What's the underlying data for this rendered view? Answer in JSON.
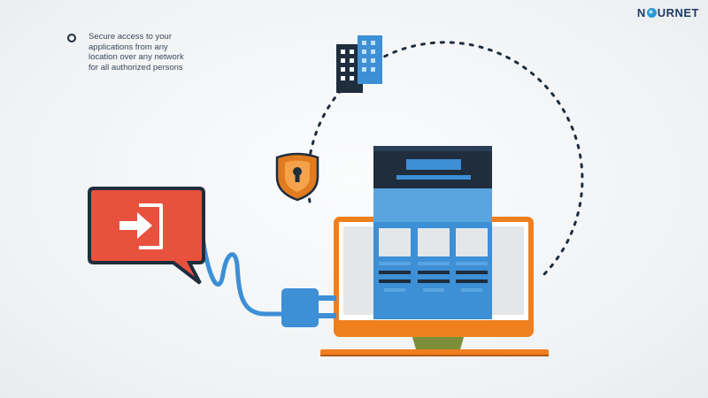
{
  "caption": {
    "text": "Secure access to your applications from any location over any network for all authorized persons"
  },
  "logo": {
    "prefix": "N",
    "suffix": "URNET"
  },
  "colors": {
    "navy": "#1f2d3d",
    "blue": "#3d8fd6",
    "light_blue": "#5aa4e0",
    "orange": "#f07f1e",
    "red": "#e9513f",
    "olive": "#7b8f3a",
    "shield_orange": "#e07b20"
  },
  "icons": {
    "login": "sign-in-icon",
    "shield": "keyhole-shield-icon",
    "buildings": "office-buildings-icon"
  }
}
